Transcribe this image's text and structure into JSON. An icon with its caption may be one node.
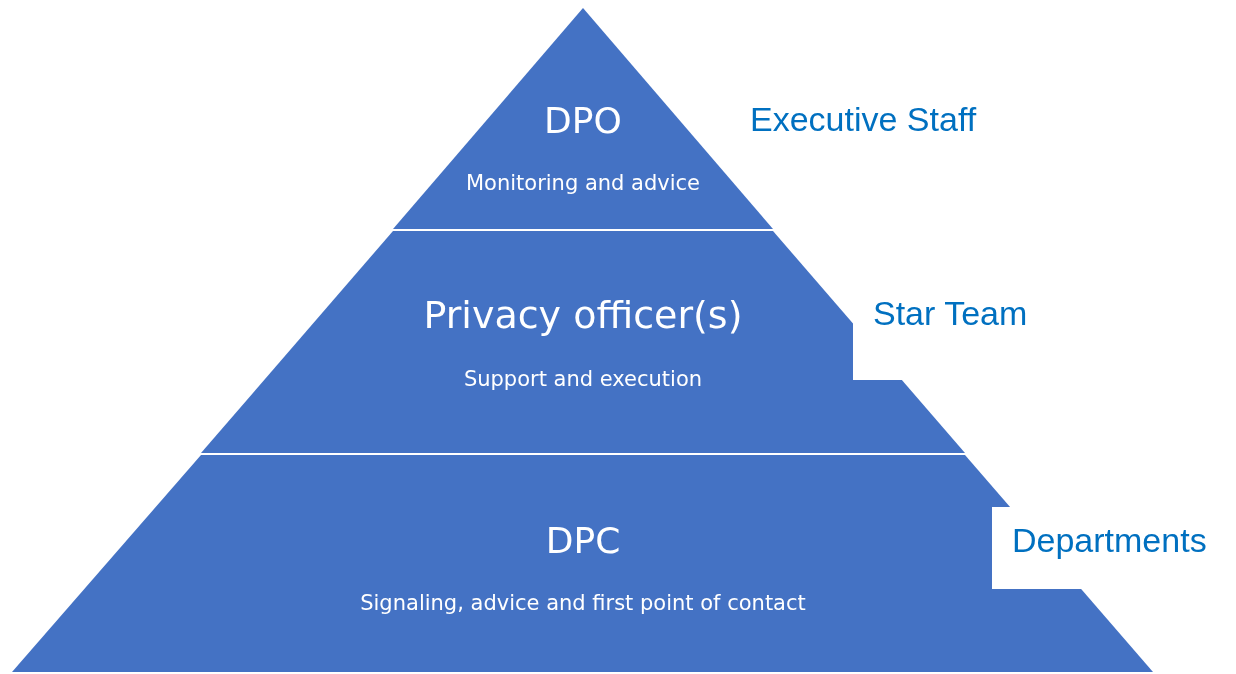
{
  "diagram": {
    "nodes": [
      {
        "text": [
          "DPO",
          "Monitoring and advice"
        ],
        "beside": [
          "Executive Staff"
        ]
      },
      {
        "text": [
          "Privacy officer(s)",
          "Support and execution"
        ],
        "beside": [
          "Star Team"
        ]
      },
      {
        "text": [
          "DPC",
          "Signaling, advice and first point of contact"
        ],
        "beside": [
          "Departments"
        ]
      }
    ]
  }
}
